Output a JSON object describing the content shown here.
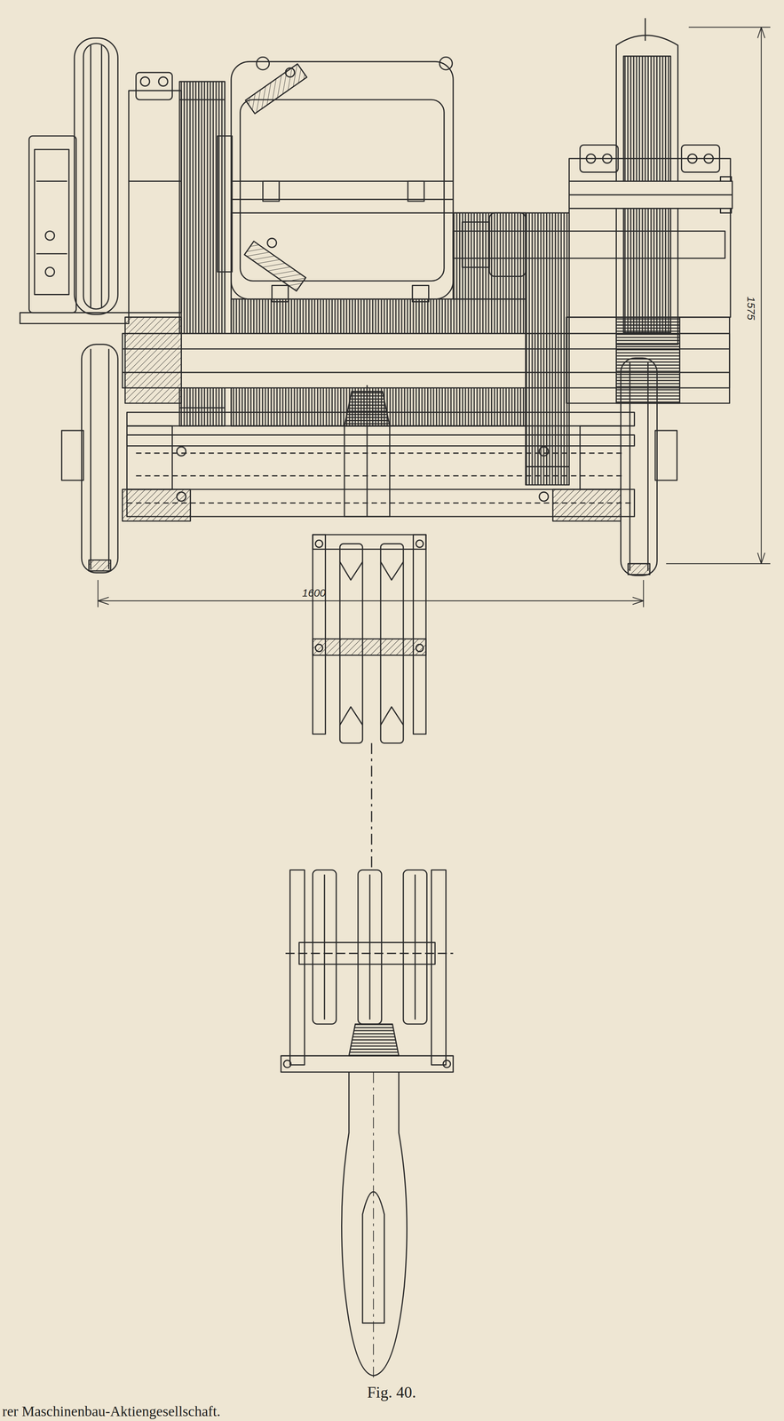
{
  "diagram": {
    "caption": "Fig. 40.",
    "labels": [
      "1575",
      "1600",
      "rer Maschinenbau-Aktiengesellschaft."
    ]
  }
}
